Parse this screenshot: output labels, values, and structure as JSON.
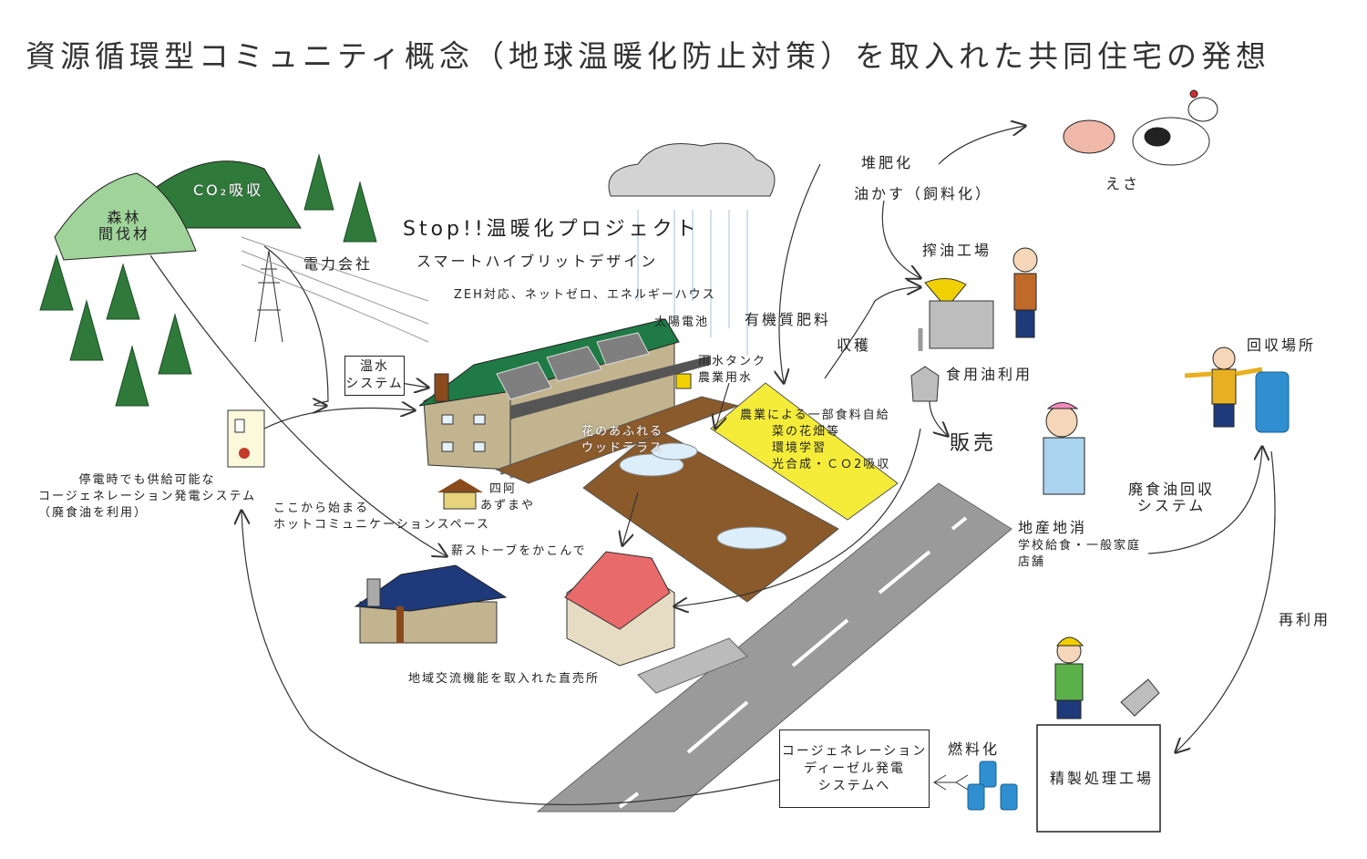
{
  "title": "資源循環型コミュニティ概念（地球温暖化防止対策）を取入れた共同住宅の発想",
  "colors": {
    "forest_light": "#9fd39a",
    "forest_dark": "#2f7a3a",
    "roof_green": "#1f7a45",
    "field_yellow": "#f5ec3a",
    "soil_brown": "#8a5a2b",
    "road_gray": "#9a9a9a",
    "barrel_blue": "#2f8fd0"
  },
  "project": {
    "title": "Stop!!温暖化プロジェクト",
    "subtitle": "スマートハイブリットデザイン",
    "tagline": "ZEH対応、ネットゼロ、エネルギーハウス"
  },
  "labels": {
    "forest": [
      "森林",
      "間伐材"
    ],
    "co2_absorb": "CO₂吸収",
    "power_company": "電力会社",
    "hot_water_system": [
      "温水",
      "システム"
    ],
    "solar_cell": "太陽電池",
    "rain_tank": [
      "雨水タンク",
      "農業用水"
    ],
    "organic_fertilizer": "有機質肥料",
    "harvest": "収穫",
    "compost": "堆肥化",
    "oil_cake": "油かす（飼料化）",
    "feed": "えさ",
    "oil_mill": "搾油工場",
    "cooking_oil_use": "食用油利用",
    "sales": "販売",
    "self_sufficiency": "農業による一部食料自給",
    "field_notes": [
      "菜の花畑等",
      "環境学習",
      "光合成・ＣＯ2吸収"
    ],
    "wood_terrace": [
      "花のあふれる",
      "ウッドテラス"
    ],
    "gazebo": [
      "四阿",
      "あずまや"
    ],
    "cogeneration_note": [
      "停電時でも供給可能な",
      "コージェネレーション発電システム",
      "（廃食油を利用）"
    ],
    "community_space": [
      "ここから始まる",
      "ホットコミュニケーションスペース"
    ],
    "wood_stove": "薪ストーブをかこんで",
    "direct_store": "地域交流機能を取入れた直売所",
    "local_consumption": "地産地消",
    "consumers": [
      "学校給食・一般家庭",
      "店舗"
    ],
    "collection_point": "回収場所",
    "waste_oil_collection": [
      "廃食油回収",
      "システム"
    ],
    "reuse": "再利用",
    "refinery": "精製処理工場",
    "fuelization": "燃料化",
    "cogen_diesel": [
      "コージェネレーション",
      "ディーゼル発電",
      "システムへ"
    ]
  }
}
